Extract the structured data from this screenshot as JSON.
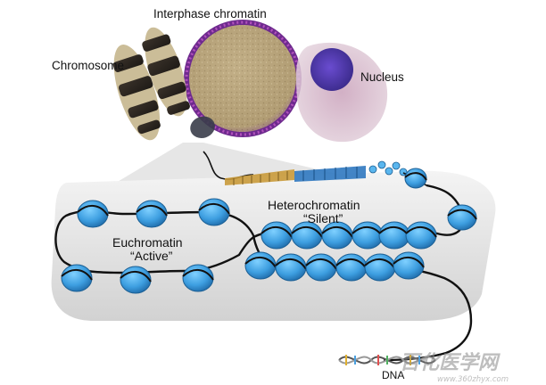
{
  "labels": {
    "interphase": "Interphase chromatin",
    "chromosome": "Chromosome",
    "nucleus": "Nucleus",
    "heterochromatin": "Heterochromatin",
    "silent": "“Silent”",
    "euchromatin": "Euchromatin",
    "active": "“Active”",
    "dna": "DNA"
  },
  "watermark": {
    "chinese": "百化医学网",
    "url": "www.360zhyx.com"
  },
  "colors": {
    "nucleosome": "#3d9ee0",
    "nucleosome_dark": "#1b5f94",
    "dna_line": "#111111",
    "chromosome_dark": "#2b251f",
    "chromosome_light": "#cbbd98",
    "interphase_fill": "#b9a57c",
    "interphase_rim": "#7a2aa0",
    "nucleus_fill": "#d3b2c4",
    "nucleus_core": "#5b3ab8",
    "zoom_panel": "#dcdcdc",
    "fiber_gold": "#c99a3a",
    "fiber_blue": "#2f78c0"
  }
}
